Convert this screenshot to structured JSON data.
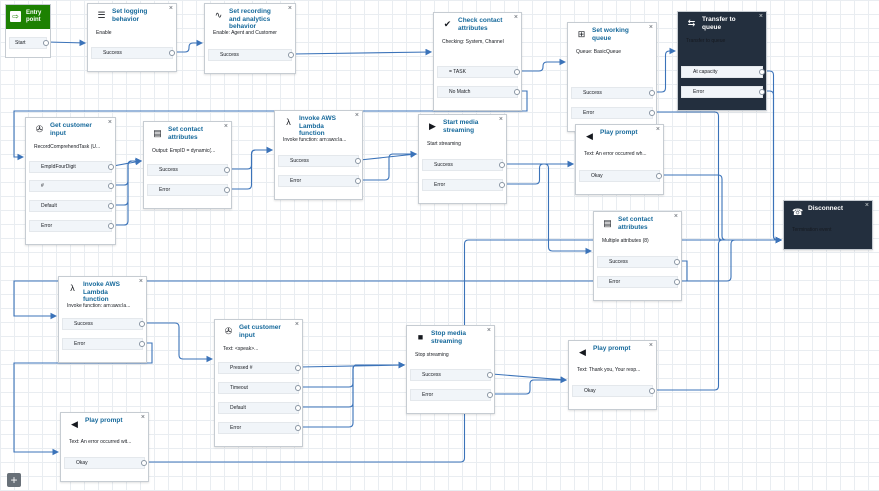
{
  "flow": {
    "blocks": [
      {
        "id": "logging",
        "title": "Set logging behavior",
        "icon": "log-icon",
        "desc": "Enable",
        "branches": [
          "Success"
        ]
      },
      {
        "id": "recording",
        "title": "Set recording and analytics behavior",
        "icon": "waveform-icon",
        "desc": "Enable: Agent and Customer",
        "branches": [
          "Success"
        ]
      },
      {
        "id": "check_attrs",
        "title": "Check contact attributes",
        "icon": "check-people-icon",
        "desc": "Checking: System, Channel",
        "branches": [
          "= TASK",
          "No Match"
        ]
      },
      {
        "id": "working_queue",
        "title": "Set working queue",
        "icon": "queue-icon",
        "desc": "Queue: BasicQueue",
        "branches": [
          "Success",
          "Error"
        ]
      },
      {
        "id": "transfer",
        "title": "Transfer to queue",
        "icon": "transfer-icon",
        "desc": "Transfer to queue",
        "branches": [
          "At capacity",
          "Error"
        ],
        "terminal": true
      },
      {
        "id": "get_input_1",
        "title": "Get customer input",
        "icon": "input-people-icon",
        "desc": "RecordComprehendTask (U...",
        "branches": [
          "EmpIdFourDigit",
          "#",
          "Default",
          "Error"
        ]
      },
      {
        "id": "set_attrs_1",
        "title": "Set contact attributes",
        "icon": "contact-card-icon",
        "desc": "Output: EmpID = dynamic(...",
        "branches": [
          "Success",
          "Error"
        ]
      },
      {
        "id": "lambda_1",
        "title": "Invoke AWS Lambda function",
        "icon": "lambda-icon",
        "desc": "Invoke function: arn:aws:la...",
        "branches": [
          "Success",
          "Error"
        ]
      },
      {
        "id": "start_stream",
        "title": "Start media streaming",
        "icon": "play-icon",
        "desc": "Start streaming",
        "branches": [
          "Success",
          "Error"
        ]
      },
      {
        "id": "play_1",
        "title": "Play prompt",
        "icon": "speaker-icon",
        "desc": "Text: An error occurred wh...",
        "branches": [
          "Okay"
        ]
      },
      {
        "id": "disconnect",
        "title": "Disconnect",
        "icon": "hangup-icon",
        "desc": "Termination event",
        "branches": [],
        "terminal": true
      },
      {
        "id": "set_attrs_2",
        "title": "Set contact attributes",
        "icon": "contact-card-icon",
        "desc": "Multiple attributes (8)",
        "branches": [
          "Success",
          "Error"
        ]
      },
      {
        "id": "lambda_2",
        "title": "Invoke AWS Lambda function",
        "icon": "lambda-icon",
        "desc": "Invoke function: arn:aws:la...",
        "branches": [
          "Success",
          "Error"
        ]
      },
      {
        "id": "get_input_2",
        "title": "Get customer input",
        "icon": "input-people-icon",
        "desc": "Text: <speak>...",
        "branches": [
          "Pressed #",
          "Timeout",
          "Default",
          "Error"
        ]
      },
      {
        "id": "stop_stream",
        "title": "Stop media streaming",
        "icon": "stop-icon",
        "desc": "Stop streaming",
        "branches": [
          "Success",
          "Error"
        ]
      },
      {
        "id": "play_2",
        "title": "Play prompt",
        "icon": "speaker-icon",
        "desc": "Text: Thank you, Your resp...",
        "branches": [
          "Okay"
        ]
      },
      {
        "id": "play_3",
        "title": "Play prompt",
        "icon": "speaker-icon",
        "desc": "Text: An error occurred wit...",
        "branches": [
          "Okay"
        ]
      }
    ],
    "entry": {
      "title": "Entry point",
      "branch": "Start"
    },
    "close_glyph": "×",
    "zoom_glyph": "+"
  }
}
